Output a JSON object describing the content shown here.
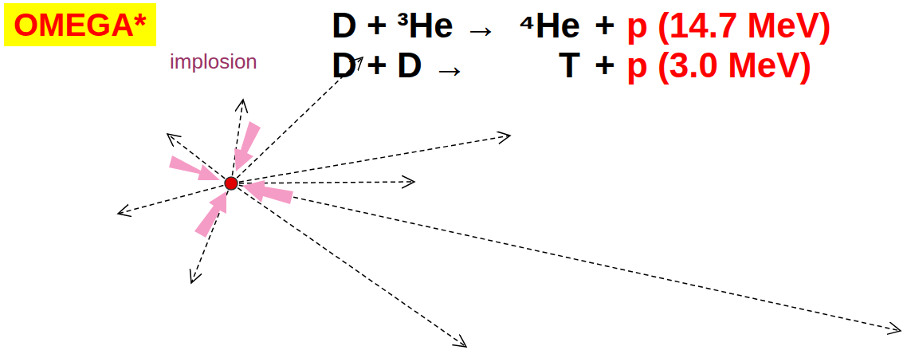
{
  "diagram": {
    "nodes": [
      {
        "text": [
          "OMEGA*"
        ]
      }
    ],
    "labels": [
      "implosion",
      "D + ³He →",
      "⁴He",
      "+",
      "p (14.7 MeV)",
      "D + D →",
      "T",
      "+",
      "p (3.0 MeV)"
    ]
  }
}
